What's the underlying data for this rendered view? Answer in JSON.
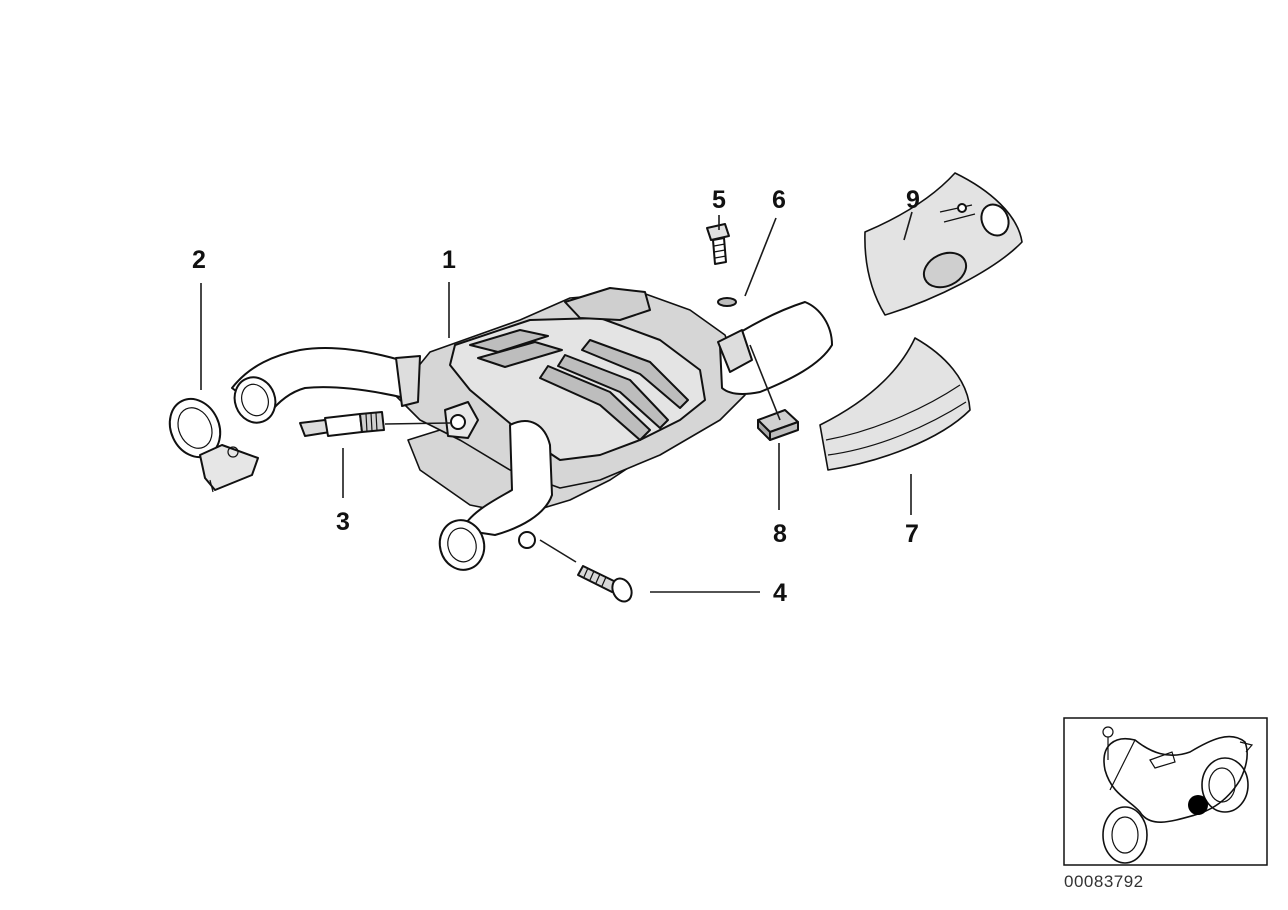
{
  "diagram": {
    "callouts": [
      {
        "id": "1",
        "label": "1"
      },
      {
        "id": "2",
        "label": "2"
      },
      {
        "id": "3",
        "label": "3"
      },
      {
        "id": "4",
        "label": "4"
      },
      {
        "id": "5",
        "label": "5"
      },
      {
        "id": "6",
        "label": "6"
      },
      {
        "id": "7",
        "label": "7"
      },
      {
        "id": "8",
        "label": "8"
      },
      {
        "id": "9",
        "label": "9"
      }
    ],
    "part_number": "00083792"
  }
}
